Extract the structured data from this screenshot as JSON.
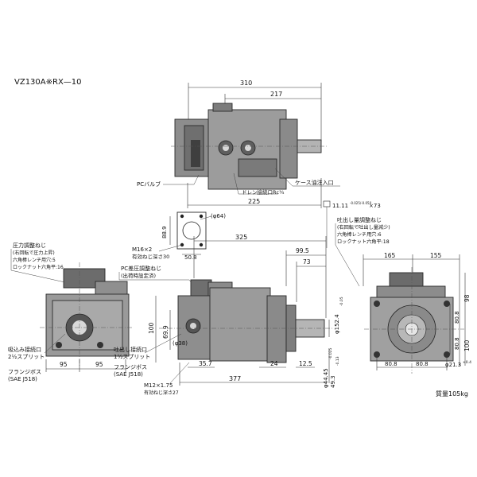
{
  "title": "VZ130A※RX—10",
  "mass": "質量105kg",
  "colors": {
    "body": "#9a9a9a",
    "body_dark": "#6f6f6f",
    "line": "#222222"
  },
  "top_view": {
    "dims": {
      "overall": "310",
      "to_shaft": "217",
      "bottom": "225"
    },
    "labels": {
      "pc_valve": "PCバルブ",
      "drain_port": "ドレン接続口Rc¾",
      "case_fill": "ケース油注入口"
    }
  },
  "flange_detail": {
    "dims": {
      "height": "88.9",
      "width": "50.8",
      "phi": "(φ64)",
      "phi38": "(φ38)"
    },
    "bolt": "M16×2",
    "bolt_depth": "有効ねじ深さ30"
  },
  "spline_note": "11.11",
  "spline_tol": "-0.025/-0.050",
  "spline_note_b": "×73",
  "discharge_adj": {
    "title": "吐出し量調整ねじ",
    "line1": "(右回転で吐出し量減少)",
    "line2": "六角棒レンチ用穴:6",
    "line3": "ロックナット六角平:18"
  },
  "pressure_adj": {
    "title": "圧力調整ねじ",
    "line1": "(右回転で圧力上昇)",
    "line2": "六角棒レンチ用穴:5",
    "line3": "ロックナット六角平:16"
  },
  "pc_diff": {
    "title": "PC差圧調整ねじ",
    "line1": "(出荷時設定済)"
  },
  "suction_port": {
    "title": "吸込み接続口",
    "line1": "2½スプリット",
    "line2": "フランジボス",
    "line3": "(SAE J518)"
  },
  "discharge_port": {
    "title": "吐出し接続口",
    "line1": "1½スプリット",
    "line2": "フランジボス",
    "line3": "(SAE J518)"
  },
  "bolt_bottom": {
    "spec": "M12×1.75",
    "depth": "有効ねじ深さ27"
  },
  "side_view": {
    "dims": {
      "len325": "325",
      "d99_5": "99.5",
      "d73": "73",
      "d100": "100",
      "d69_9": "69.9",
      "d35_7": "35.7",
      "d24": "24",
      "d12_5": "12.5",
      "d377": "377",
      "shaft_phi": "φ44.45",
      "shaft_tol": "-0.025",
      "pilot_phi": "φ152.4",
      "pilot_tol": "-0.05",
      "key": "49.3",
      "key_tol": "-0.13"
    }
  },
  "left_view": {
    "dims": {
      "w1": "95",
      "w2": "95"
    }
  },
  "right_view": {
    "dims": {
      "w165": "165",
      "w155": "155",
      "h98": "98",
      "h80_8a": "80.8",
      "h80_8b": "80.8",
      "h100": "100",
      "b80_8a": "80.8",
      "b80_8b": "80.8",
      "hole": "φ21.3",
      "hole_tol": "+0.4"
    }
  }
}
